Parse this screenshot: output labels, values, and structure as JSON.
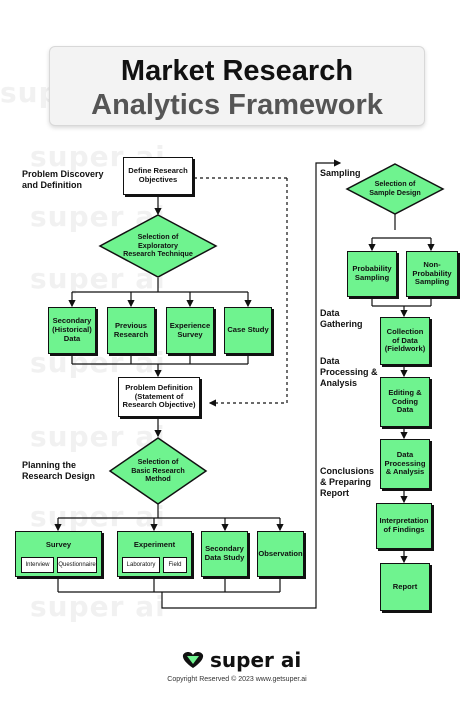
{
  "header": {
    "title_line1": "Market Research",
    "title_line2": "Analytics Framework"
  },
  "watermark": "super ai",
  "sections": {
    "problem": "Problem Discovery and Definition",
    "planning": "Planning the Research Design",
    "sampling": "Sampling",
    "gathering": "Data Gathering",
    "processing": "Data Processing & Analysis",
    "conclusions": "Conclusions & Preparing Report"
  },
  "left": {
    "define": "Define Research Objectives",
    "selection_exploratory": "Selection of Exploratory Research Technique",
    "techniques": [
      "Secondary (Historical) Data",
      "Previous Research",
      "Experience Survey",
      "Case Study"
    ],
    "problem_definition": "Problem Definition (Statement of Research Objective)",
    "selection_basic": "Selection of Basic Research Method",
    "survey": {
      "title": "Survey",
      "subs": [
        "Interview",
        "Questionnaire"
      ]
    },
    "experiment": {
      "title": "Experiment",
      "subs": [
        "Laboratory",
        "Field"
      ]
    },
    "secondary_study": "Secondary Data Study",
    "observation": "Observation"
  },
  "right": {
    "selection_sample": "Selection of Sample Design",
    "probability": "Probability Sampling",
    "non_probability": "Non-Probability Sampling",
    "collection": "Collection of Data (Fieldwork)",
    "editing": "Editing & Coding Data",
    "processing": "Data Processing & Analysis",
    "interpretation": "Interpretation of Findings",
    "report": "Report"
  },
  "footer": {
    "brand": "super ai",
    "copyright": "Copyright Reserved © 2023 www.getsuper.ai"
  },
  "colors": {
    "box_green": "#6ff38f",
    "border": "#111111"
  }
}
